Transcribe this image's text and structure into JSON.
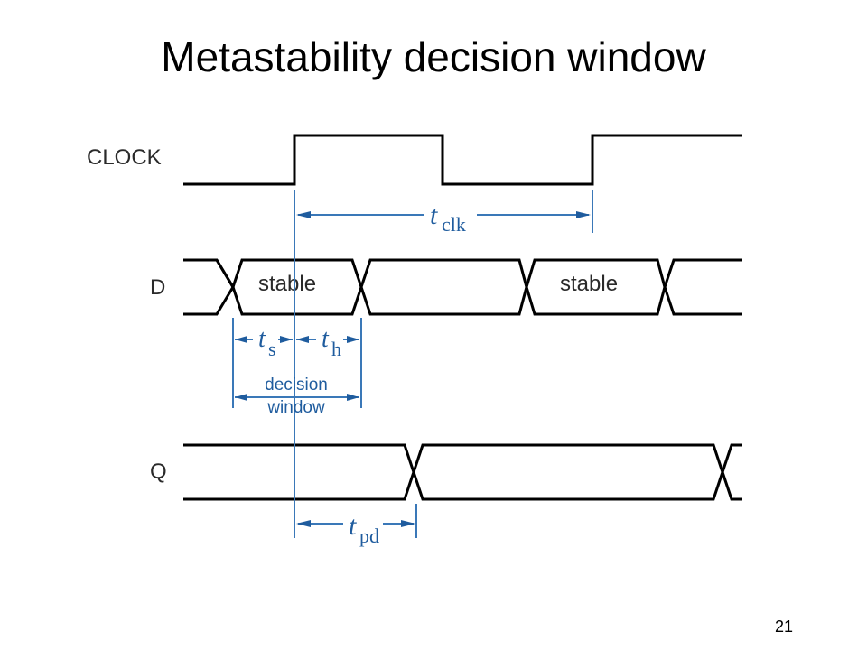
{
  "title": "Metastability decision window",
  "page_number": "21",
  "signals": {
    "clock": "CLOCK",
    "d": "D",
    "q": "Q"
  },
  "d_segments": {
    "first": "stable",
    "second": "stable"
  },
  "timing": {
    "t": "t",
    "clk_sub": "clk",
    "s_sub": "s",
    "h_sub": "h",
    "pd_sub": "pd",
    "window_line1": "decision",
    "window_line2": "window"
  },
  "colors": {
    "annotation": "#1f5c9e",
    "waveform": "#000000"
  }
}
